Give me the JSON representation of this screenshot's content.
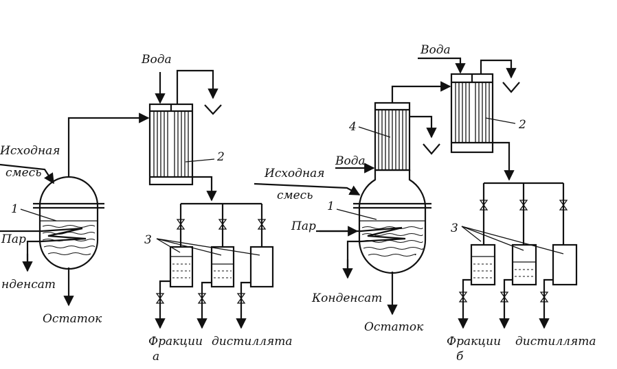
{
  "diagram_a": {
    "water": "Вода",
    "feed_line1": "Исходная",
    "feed_line2": "смесь",
    "steam": "Пар",
    "condensate": "нденсат",
    "residue": "Остаток",
    "fractions_word1": "Фракции",
    "fractions_word2": "дистиллята",
    "variant_letter": "а",
    "num_still": "1",
    "num_condenser": "2",
    "num_receivers": "3"
  },
  "diagram_b": {
    "water_top": "Вода",
    "water_side": "Вода",
    "feed_line1": "Исходная",
    "feed_line2": "смесь",
    "steam": "Пар",
    "condensate": "Конденсат",
    "residue": "Остаток",
    "fractions_word1": "Фракции",
    "fractions_word2": "дистиллята",
    "variant_letter": "б",
    "num_still": "1",
    "num_condenser": "2",
    "num_receivers": "3",
    "num_dephlegmator": "4"
  }
}
